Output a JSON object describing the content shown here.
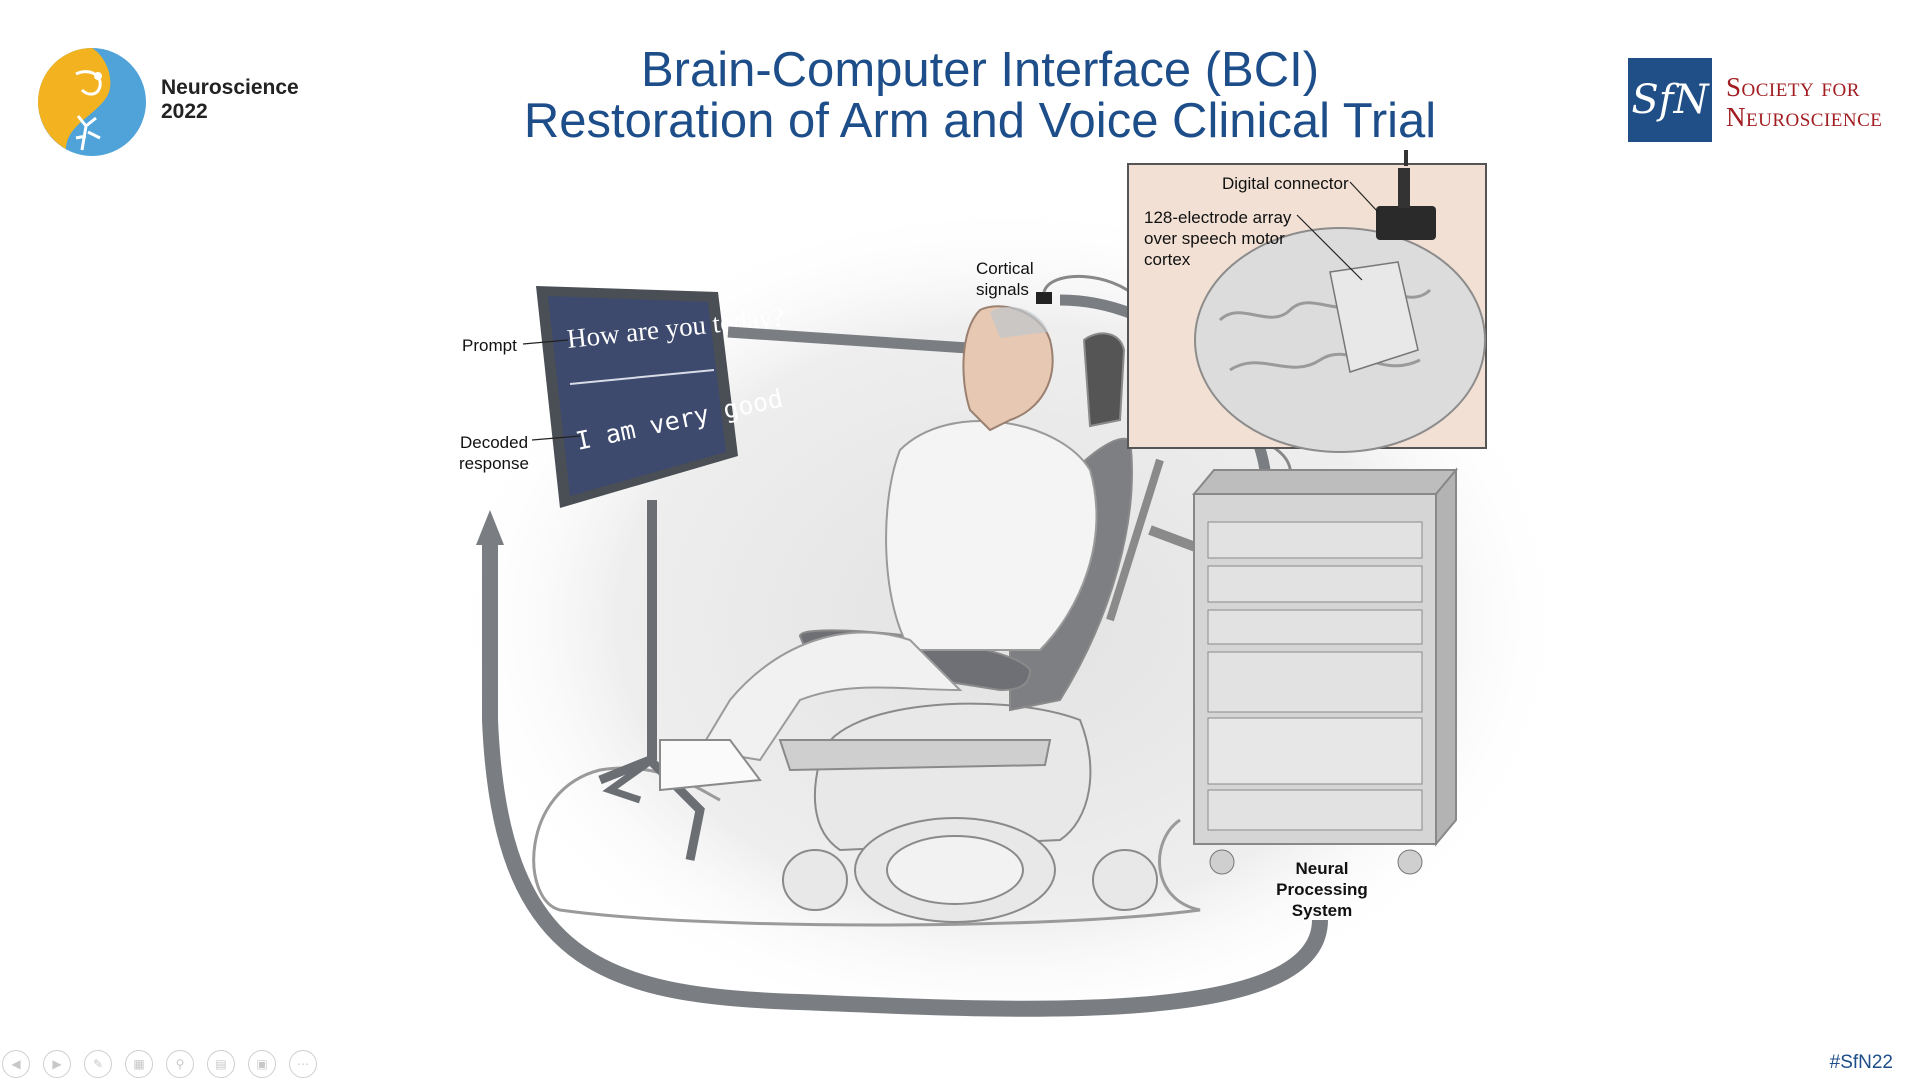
{
  "header": {
    "event_logo": {
      "line1": "Neuroscience",
      "line2": "2022"
    },
    "title": {
      "line1": "Brain-Computer Interface (BCI)",
      "line2": "Restoration of Arm and Voice Clinical Trial"
    },
    "sfn_logo": {
      "mark": "SfN",
      "line1": "Society for",
      "line2": "Neuroscience"
    }
  },
  "illustration": {
    "screen": {
      "prompt_text": "How are you today?",
      "response_text": "I am very good"
    },
    "labels": {
      "prompt": "Prompt",
      "decoded_line1": "Decoded",
      "decoded_line2": "response",
      "cortical_line1": "Cortical",
      "cortical_line2": "signals",
      "connector": "Digital connector",
      "array_line1": "128-electrode array",
      "array_line2": "over speech motor",
      "array_line3": "cortex",
      "nps_line1": "Neural",
      "nps_line2": "Processing",
      "nps_line3": "System"
    }
  },
  "footer": {
    "nav_icons": [
      "previous-icon",
      "next-icon",
      "pen-icon",
      "slides-icon",
      "zoom-icon",
      "subtitles-icon",
      "camera-icon",
      "more-icon"
    ],
    "hashtag": "#SfN22"
  },
  "colors": {
    "title": "#1d4e89",
    "sfn_blue": "#1f4f86",
    "sfn_red": "#a21d21",
    "screen": "#3d4a6e",
    "arrow": "#7a7d82"
  }
}
